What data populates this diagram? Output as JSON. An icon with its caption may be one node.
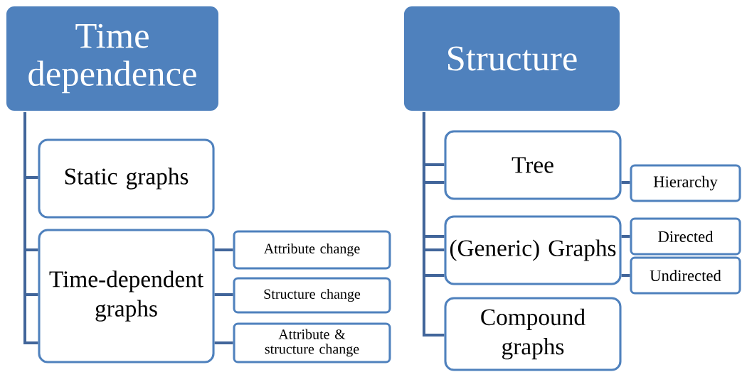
{
  "diagram": {
    "nodes": [
      {
        "text": [
          "Time dependence"
        ]
      },
      {
        "text": [
          "Static graphs"
        ]
      },
      {
        "text": [
          "Time-dependent graphs"
        ]
      },
      {
        "text": [
          "Attribute change"
        ]
      },
      {
        "text": [
          "Structure change"
        ]
      },
      {
        "text": [
          "Attribute & structure change"
        ]
      },
      {
        "text": [
          "Structure"
        ]
      },
      {
        "text": [
          "Tree"
        ]
      },
      {
        "text": [
          "Hierarchy"
        ]
      },
      {
        "text": [
          "(Generic) Graphs"
        ]
      },
      {
        "text": [
          "Directed"
        ]
      },
      {
        "text": [
          "Undirected"
        ]
      },
      {
        "text": [
          "Compound graphs"
        ]
      }
    ],
    "edges": [
      {
        "from": 0,
        "to": 1,
        "arrow": "none"
      },
      {
        "from": 0,
        "to": 2,
        "arrow": "none"
      },
      {
        "from": 0,
        "to": 2,
        "arrow": "none"
      },
      {
        "from": 0,
        "to": 2,
        "arrow": "none"
      },
      {
        "from": 2,
        "to": 3,
        "arrow": "none"
      },
      {
        "from": 2,
        "to": 4,
        "arrow": "none"
      },
      {
        "from": 2,
        "to": 5,
        "arrow": "none"
      },
      {
        "from": 6,
        "to": 7,
        "arrow": "none"
      },
      {
        "from": 6,
        "to": 7,
        "arrow": "none"
      },
      {
        "from": 6,
        "to": 9,
        "arrow": "none"
      },
      {
        "from": 6,
        "to": 9,
        "arrow": "none"
      },
      {
        "from": 6,
        "to": 9,
        "arrow": "none"
      },
      {
        "from": 6,
        "to": 12,
        "arrow": "none"
      },
      {
        "from": 7,
        "to": 8,
        "arrow": "none"
      },
      {
        "from": 9,
        "to": 10,
        "arrow": "none"
      },
      {
        "from": 9,
        "to": 11,
        "arrow": "none"
      }
    ]
  }
}
